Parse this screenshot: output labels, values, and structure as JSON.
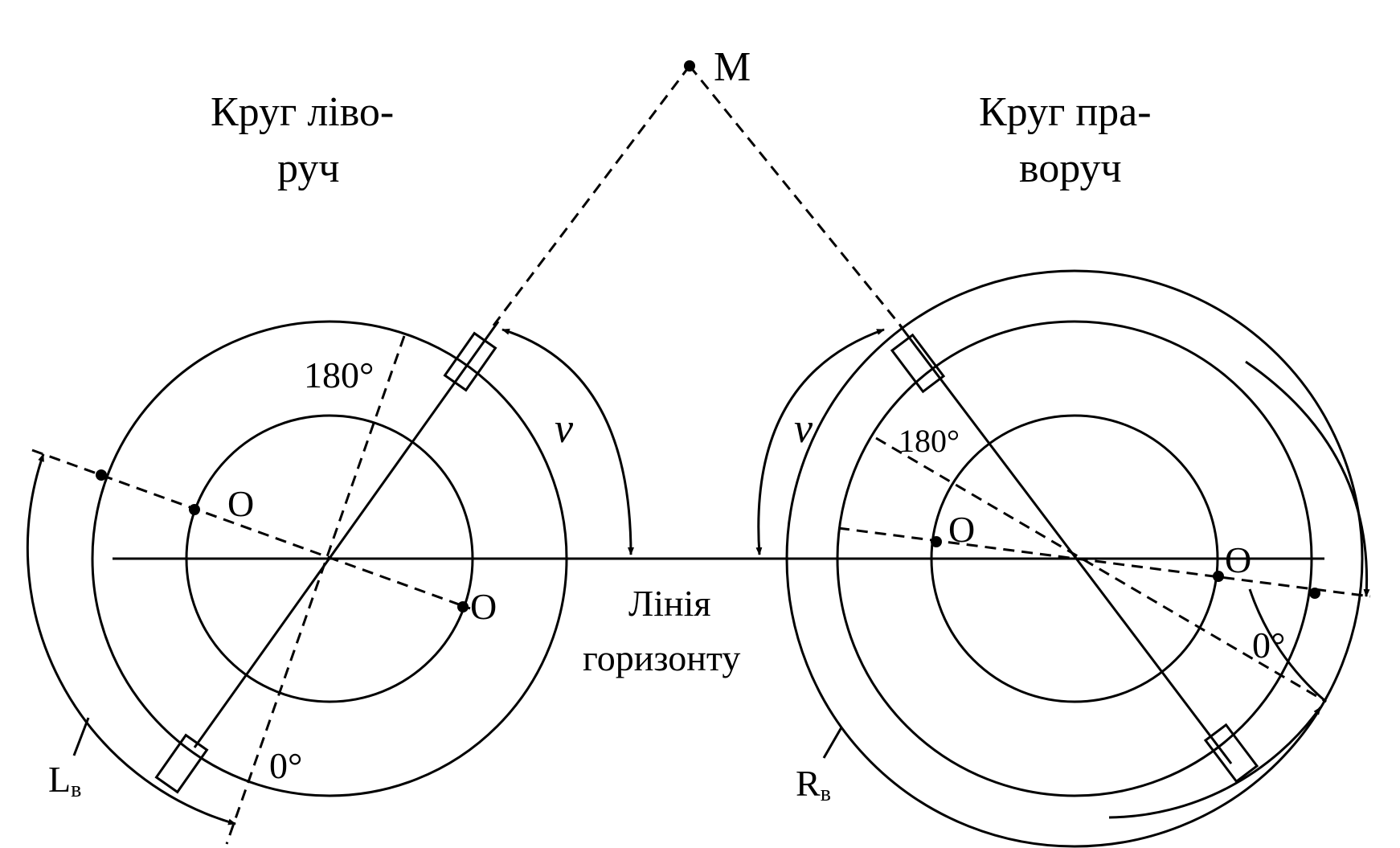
{
  "labels": {
    "left_title_line1": "Круг ліво-",
    "left_title_line2": "руч",
    "right_title_line1": "Круг пра-",
    "right_title_line2": "воруч",
    "point_m": "M",
    "horizon_line1": "Лінія",
    "horizon_line2": "горизонту",
    "left_180": "180°",
    "left_0": "0°",
    "right_180": "180°",
    "right_0": "0°",
    "nu_left": "ν",
    "nu_right": "ν",
    "o_left_upper": "O",
    "o_left_lower": "O",
    "o_right_left": "O",
    "o_right_right": "O",
    "lb_main": "L",
    "lb_sub": "в",
    "rb_main": "R",
    "rb_sub": "в"
  },
  "colors": {
    "stroke": "#000000",
    "background": "#ffffff"
  }
}
